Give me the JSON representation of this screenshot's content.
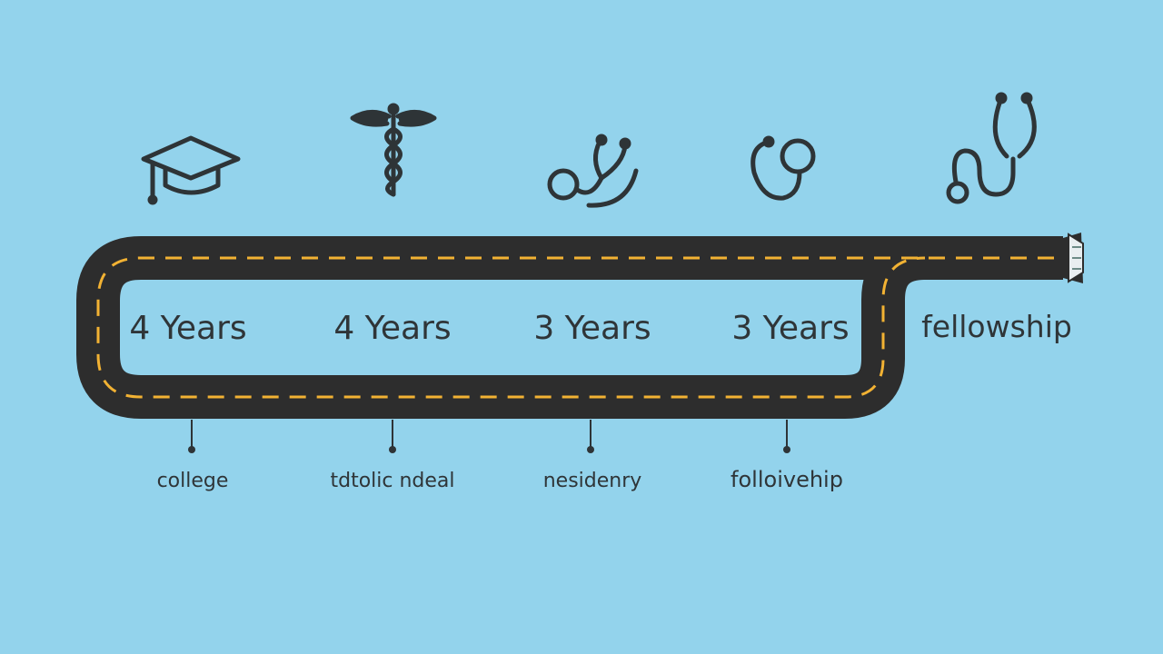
{
  "colors": {
    "background": "#93d3ec",
    "road": "#2d2d2d",
    "lane_marking": "#f2b233",
    "ink": "#2f3538"
  },
  "durations": [
    "4 Years",
    "4 Years",
    "3 Years",
    "3 Years",
    "fellowship"
  ],
  "stages": [
    "college",
    "tdtolic ndeal",
    "nesidenry",
    "folloivehip"
  ],
  "icons": [
    "graduation-cap-icon",
    "caduceus-icon",
    "stethoscope-icon",
    "stethoscope-tube-icon",
    "stethoscope-large-icon"
  ]
}
